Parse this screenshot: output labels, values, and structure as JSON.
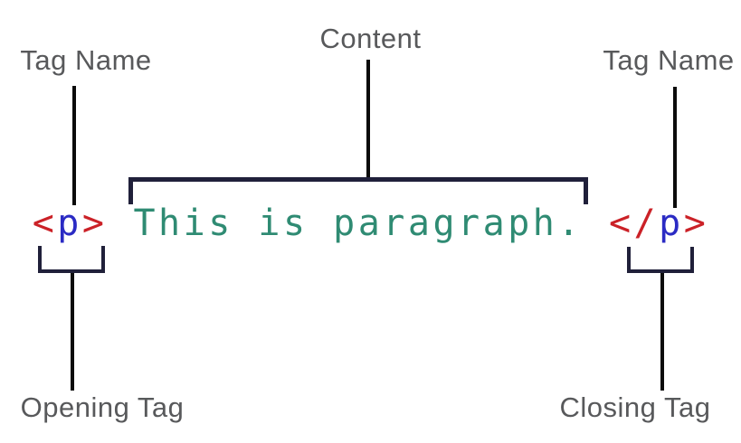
{
  "diagram": {
    "labels": {
      "tag_name_left": "Tag Name",
      "content_label": "Content",
      "tag_name_right": "Tag Name",
      "opening_tag": "Opening Tag",
      "closing_tag": "Closing Tag"
    },
    "code": {
      "open_angle": "<",
      "open_tag_name": "p",
      "open_close_angle": ">",
      "content_text": "This is paragraph.",
      "close_angle_slash": "</",
      "close_tag_name": "p",
      "close_close_angle": ">"
    },
    "colors": {
      "angle_bracket_red": "#cb2127",
      "tag_name_blue": "#2b2bc4",
      "content_teal": "#2f8b73",
      "label_gray": "#58595b",
      "brace_navy": "#20203a",
      "connector_black": "#0b0b0b",
      "background": "#ffffff"
    }
  }
}
